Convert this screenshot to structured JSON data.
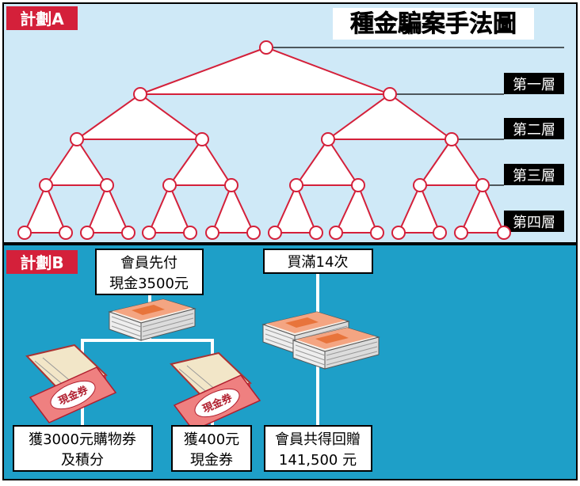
{
  "title": "種金騙案手法圖",
  "plan_a": {
    "label": "計劃A",
    "levels": [
      "第一層",
      "第二層",
      "第三層",
      "第四層"
    ]
  },
  "plan_b": {
    "label": "計劃B",
    "pay_box": [
      "會員先付",
      "現金3500元"
    ],
    "buy_box": [
      "買滿14次"
    ],
    "voucher_box": [
      "獲3000元購物券",
      "及積分"
    ],
    "cash_voucher_box": [
      "獲400元",
      "現金券"
    ],
    "return_box": [
      "會員共得回贈",
      "141,500 元"
    ],
    "voucher_label": "現金券"
  },
  "colors": {
    "plan_a_bg": "#cfe9f7",
    "plan_b_bg": "#1e9fc8",
    "tree_red": "#d4203a",
    "label_red": "#d4203a"
  }
}
